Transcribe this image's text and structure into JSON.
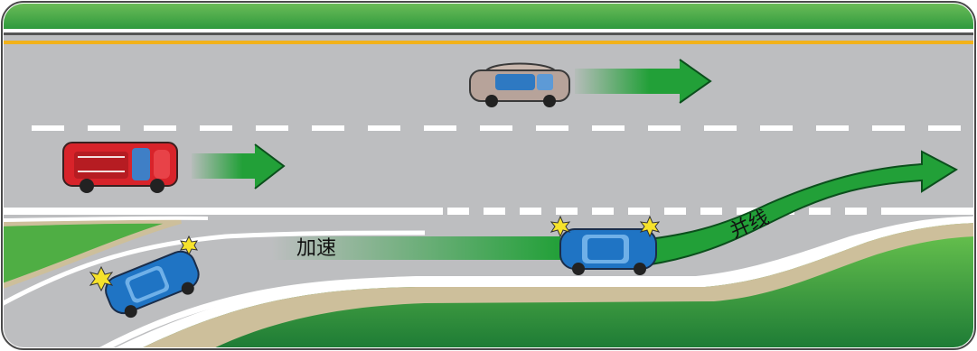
{
  "labels": {
    "accelerate": "加速",
    "merge": "并线"
  },
  "colors": {
    "frame_green": "#2f9a3e",
    "grass_dark": "#1c7a35",
    "grass_light": "#5cbf4a",
    "road": "#bdbec0",
    "lane_yellow": "#f2b21a",
    "arrow_green": "#22a038",
    "red_car": "#d8232a",
    "beige_car": "#b7a39a",
    "blue_car": "#1f74c4",
    "gravel": "#cdbf9b"
  },
  "vehicles": [
    {
      "id": "red-suv",
      "role": "through traffic"
    },
    {
      "id": "beige-sedan",
      "role": "through traffic"
    },
    {
      "id": "blue-car-entering",
      "role": "merging"
    },
    {
      "id": "blue-car-merging",
      "role": "merging"
    }
  ]
}
